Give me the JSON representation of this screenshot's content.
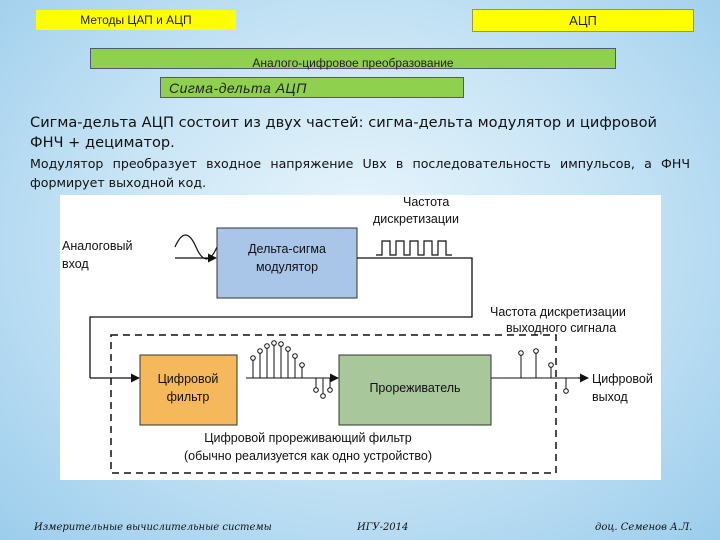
{
  "header": {
    "topic": "Методы ЦАП и АЦП",
    "section": "АЦП",
    "subtitle": "Аналого-цифровое преобразование",
    "slide_title": "Сигма-дельта АЦП"
  },
  "body": {
    "paragraph1": "Сигма-дельта АЦП состоит из двух частей: сигма-дельта модулятор и цифровой ФНЧ + дециматор.",
    "paragraph2": "Модулятор преобразует входное напряжение Uвх в последовательность импульсов, а ФНЧ формирует выходной код."
  },
  "diagram": {
    "analog_input": [
      "Аналоговый",
      "вход"
    ],
    "modulator": [
      "Дельта-сигма",
      "модулятор"
    ],
    "sampling_freq": [
      "Частота",
      "дискретизации"
    ],
    "output_sampling_freq": [
      "Частота дискретизации",
      "выходного сигнала"
    ],
    "digital_filter": [
      "Цифровой",
      "фильтр"
    ],
    "decimator": "Прореживатель",
    "digital_output": [
      "Цифровой",
      "выход"
    ],
    "caption": [
      "Цифровой прореживающий фильтр",
      "(обычно реализуется как одно устройство)"
    ],
    "colors": {
      "modulator_fill": "#a9c5e8",
      "filter_fill": "#f5b85a",
      "decimator_fill": "#a8c79a"
    }
  },
  "footer": {
    "left": "Измерительные вычислительные системы",
    "center": "ИГУ-2014",
    "right": "доц. Семенов А.Л."
  }
}
